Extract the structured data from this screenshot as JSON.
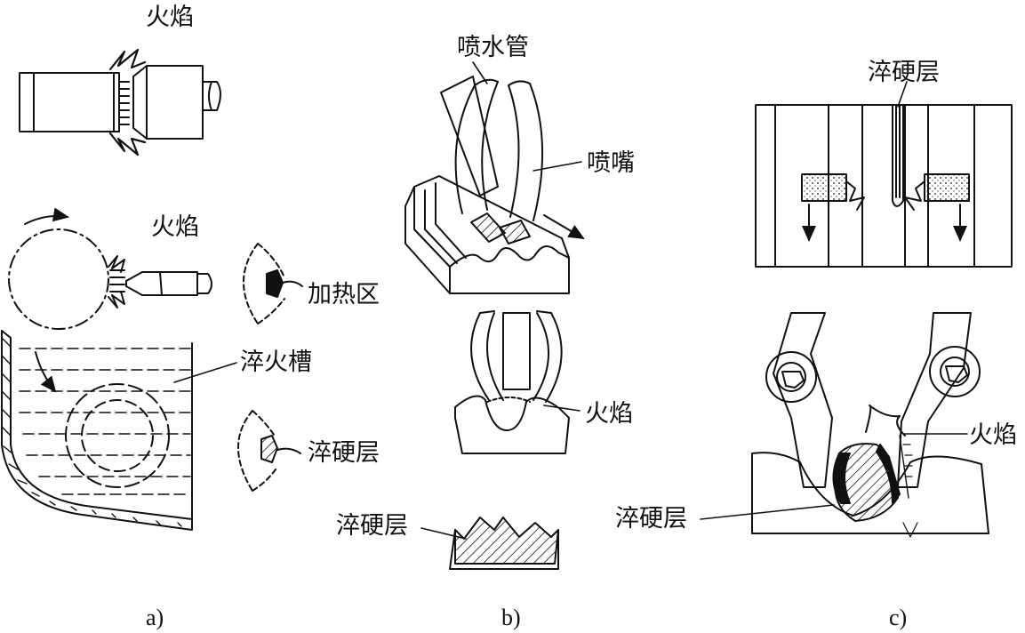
{
  "panels": {
    "a": {
      "caption": "a)",
      "labels": {
        "flame_top": "火焰",
        "flame_mid": "火焰",
        "heating_zone": "加热区",
        "quench_tank": "淬火槽",
        "hardened_layer": "淬硬层"
      }
    },
    "b": {
      "caption": "b)",
      "labels": {
        "spray_pipe": "喷水管",
        "nozzle": "喷嘴",
        "flame": "火焰",
        "hardened_layer": "淬硬层"
      }
    },
    "c": {
      "caption": "c)",
      "labels": {
        "hardened_layer_top": "淬硬层",
        "flame": "火焰",
        "hardened_layer_bottom": "淬硬层"
      }
    }
  }
}
